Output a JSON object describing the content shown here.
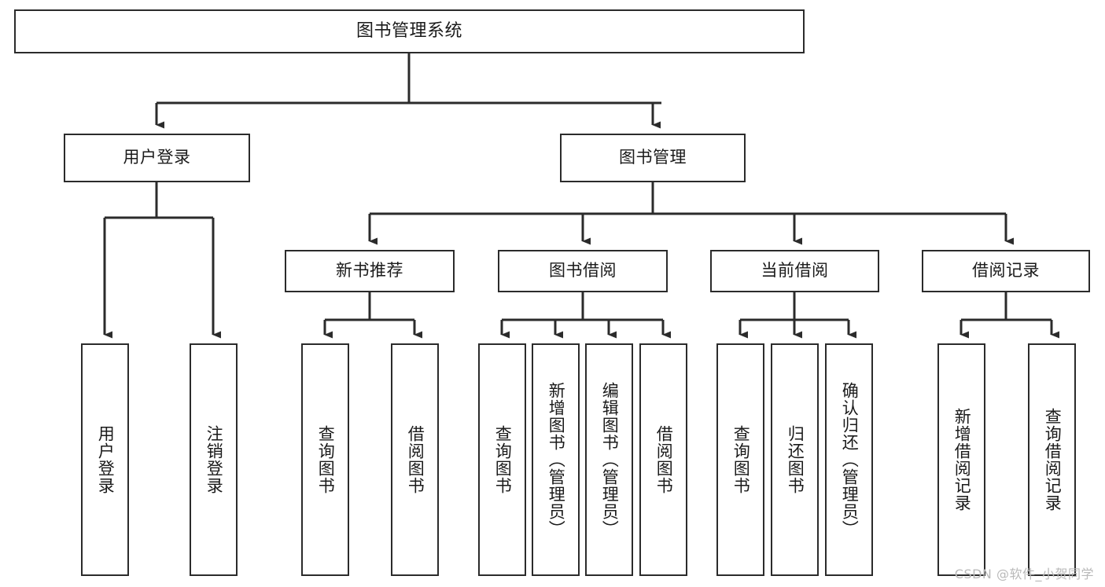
{
  "diagram": {
    "title": "图书管理系统",
    "type": "tree",
    "orientation": "top-down",
    "colors": {
      "box_border": "#2b2b2b",
      "box_fill": "#ffffff",
      "connector": "#2b2b2b",
      "text": "#1a1a1a",
      "watermark": "#b9b9b9",
      "background": "#ffffff"
    },
    "levels": [
      {
        "level": 1,
        "nodes": [
          {
            "id": "root",
            "label": "图书管理系统",
            "orientation": "horizontal"
          }
        ]
      },
      {
        "level": 2,
        "nodes": [
          {
            "id": "user-login",
            "label": "用户登录",
            "orientation": "horizontal",
            "parent": "root"
          },
          {
            "id": "book-manage",
            "label": "图书管理",
            "orientation": "horizontal",
            "parent": "root"
          }
        ]
      },
      {
        "level": 3,
        "nodes": [
          {
            "id": "new-book-rec",
            "label": "新书推荐",
            "orientation": "horizontal",
            "parent": "book-manage"
          },
          {
            "id": "book-borrow",
            "label": "图书借阅",
            "orientation": "horizontal",
            "parent": "book-manage"
          },
          {
            "id": "current-borrow",
            "label": "当前借阅",
            "orientation": "horizontal",
            "parent": "book-manage"
          },
          {
            "id": "borrow-record",
            "label": "借阅记录",
            "orientation": "horizontal",
            "parent": "book-manage"
          }
        ]
      },
      {
        "level": 4,
        "nodes": [
          {
            "id": "leaf-user-login",
            "label": "用户登录",
            "orientation": "vertical",
            "parent": "user-login"
          },
          {
            "id": "leaf-logout",
            "label": "注销登录",
            "orientation": "vertical",
            "parent": "user-login"
          },
          {
            "id": "leaf-query-book-1",
            "label": "查询图书",
            "orientation": "vertical",
            "parent": "new-book-rec"
          },
          {
            "id": "leaf-borrow-book-1",
            "label": "借阅图书",
            "orientation": "vertical",
            "parent": "new-book-rec"
          },
          {
            "id": "leaf-query-book-2",
            "label": "查询图书",
            "orientation": "vertical",
            "parent": "book-borrow"
          },
          {
            "id": "leaf-add-book",
            "label": "新增图书（管理员）",
            "orientation": "vertical",
            "parent": "book-borrow"
          },
          {
            "id": "leaf-edit-book",
            "label": "编辑图书（管理员）",
            "orientation": "vertical",
            "parent": "book-borrow"
          },
          {
            "id": "leaf-borrow-book-2",
            "label": "借阅图书",
            "orientation": "vertical",
            "parent": "book-borrow"
          },
          {
            "id": "leaf-query-book-3",
            "label": "查询图书",
            "orientation": "vertical",
            "parent": "current-borrow"
          },
          {
            "id": "leaf-return-book",
            "label": "归还图书",
            "orientation": "vertical",
            "parent": "current-borrow"
          },
          {
            "id": "leaf-confirm-return",
            "label": "确认归还（管理员）",
            "orientation": "vertical",
            "parent": "current-borrow"
          },
          {
            "id": "leaf-add-record",
            "label": "新增借阅记录",
            "orientation": "vertical",
            "parent": "borrow-record"
          },
          {
            "id": "leaf-query-record",
            "label": "查询借阅记录",
            "orientation": "vertical",
            "parent": "borrow-record"
          }
        ]
      }
    ]
  },
  "watermark": {
    "text": "CSDN @软件_小贺同学"
  }
}
